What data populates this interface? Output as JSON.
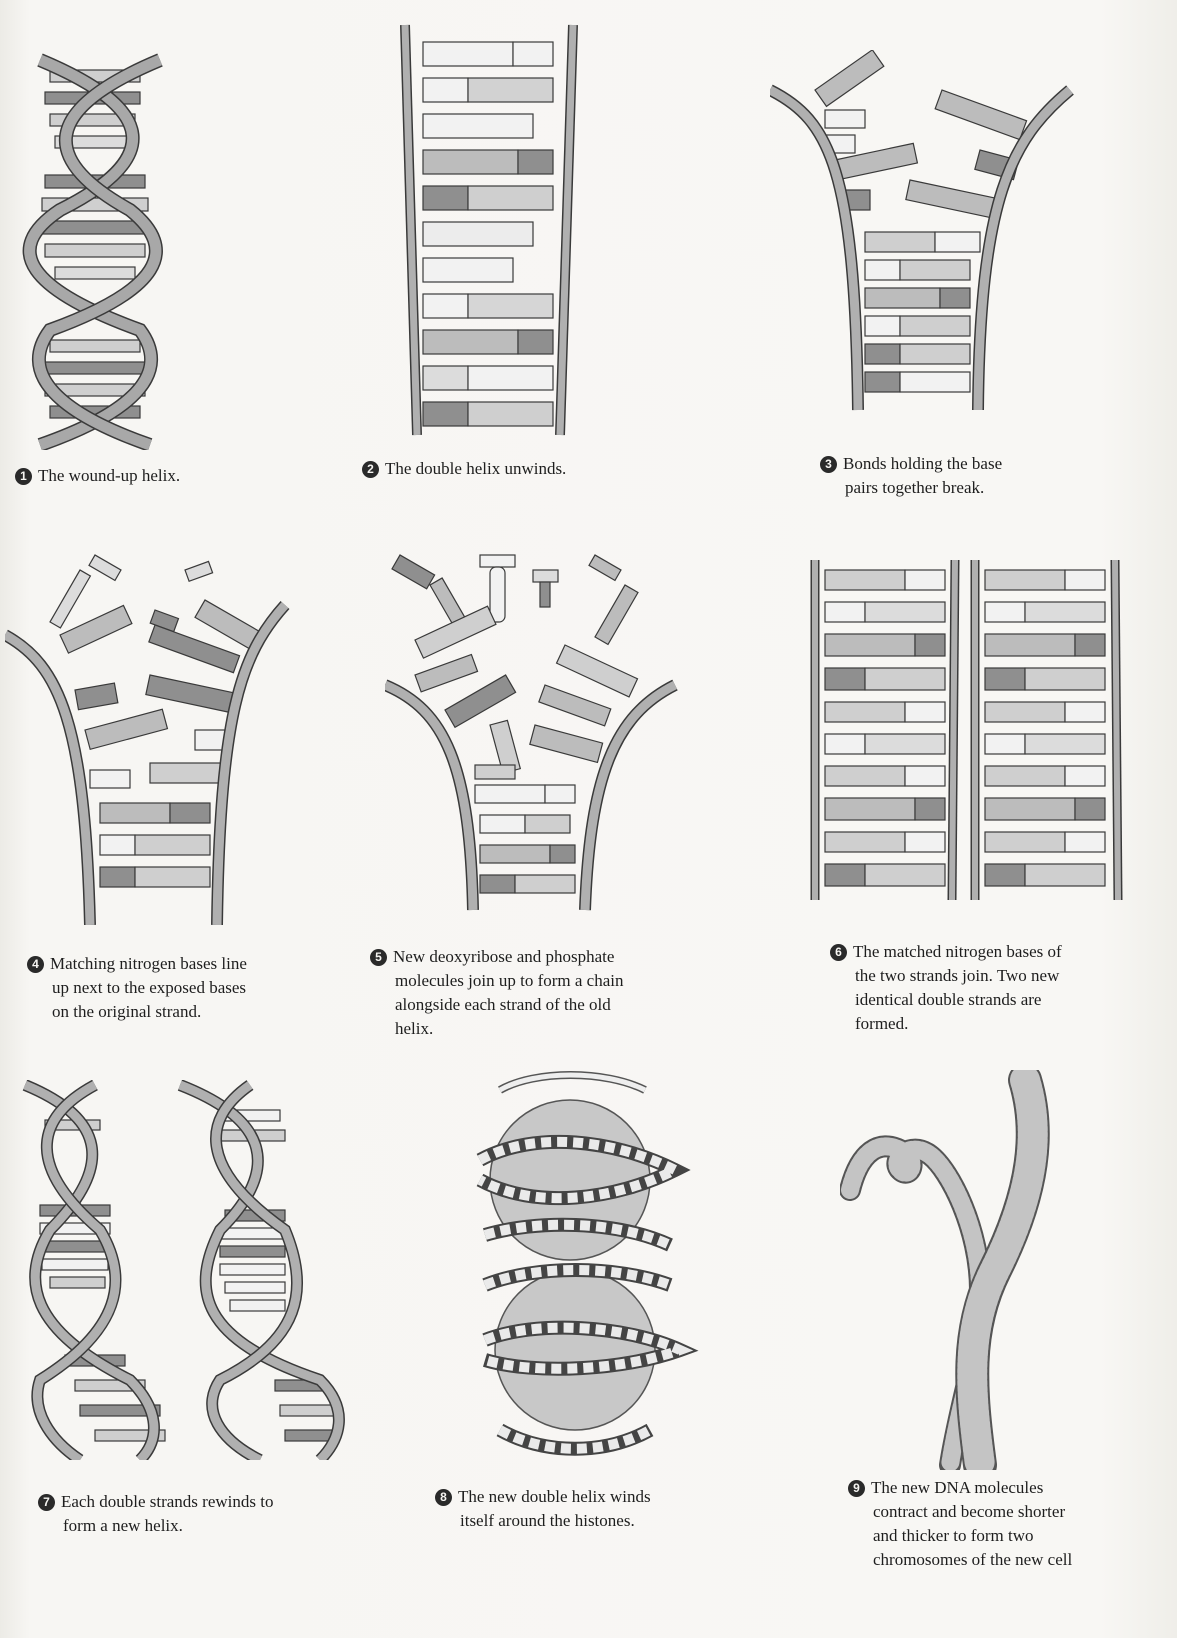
{
  "steps": [
    {
      "num": "1",
      "lines": [
        "The wound-up helix."
      ]
    },
    {
      "num": "2",
      "lines": [
        "The double helix unwinds."
      ]
    },
    {
      "num": "3",
      "lines": [
        "Bonds holding the base",
        "pairs together break."
      ]
    },
    {
      "num": "4",
      "lines": [
        "Matching nitrogen bases line",
        "up next to the exposed bases",
        "on the original strand."
      ]
    },
    {
      "num": "5",
      "lines": [
        "New deoxyribose and phosphate",
        "molecules join up to form a chain",
        "alongside each strand of the old",
        "helix."
      ]
    },
    {
      "num": "6",
      "lines": [
        "The matched nitrogen bases of",
        "the two strands join. Two new",
        "identical double strands are",
        "formed."
      ]
    },
    {
      "num": "7",
      "lines": [
        "Each double strands rewinds to",
        "form a new helix."
      ]
    },
    {
      "num": "8",
      "lines": [
        "The new double helix winds",
        "itself around the histones."
      ]
    },
    {
      "num": "9",
      "lines": [
        "The new DNA molecules",
        "contract and become shorter",
        "and thicker to form two",
        "chromosomes of the new cell"
      ]
    }
  ],
  "colors": {
    "strand": "#8a8a8a",
    "base_light": "#cfcfcf",
    "base_dark": "#8f8f8f",
    "outline": "#3a3a3a"
  }
}
